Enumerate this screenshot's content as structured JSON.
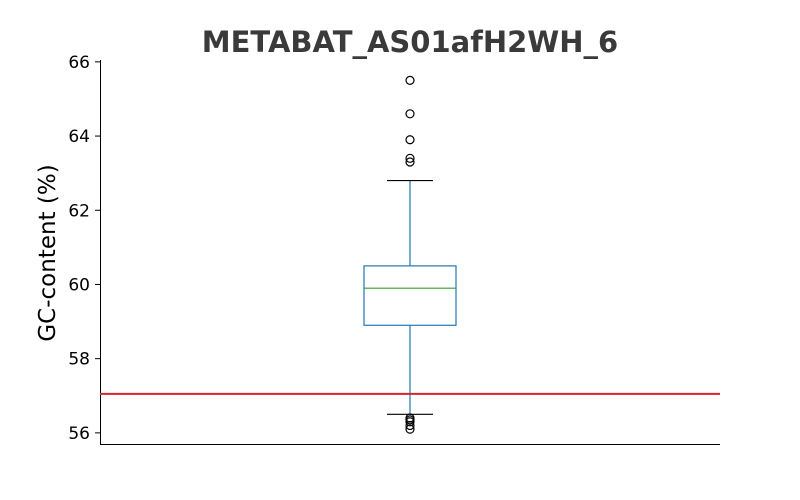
{
  "chart_data": {
    "type": "box",
    "title": "METABAT_AS01afH2WH_6",
    "xlabel": "",
    "ylabel": "GC-content (%)",
    "ylim": [
      55.7,
      66.05
    ],
    "yticks": [
      56,
      58,
      60,
      62,
      64,
      66
    ],
    "grid": false,
    "box": {
      "median": 59.9,
      "q1": 58.9,
      "q3": 60.5,
      "whisker_low": 56.5,
      "whisker_high": 62.8,
      "outliers": [
        65.5,
        64.6,
        63.9,
        63.4,
        63.3,
        56.4,
        56.35,
        56.3,
        56.2,
        56.1
      ]
    },
    "reference_line": {
      "value": 57.05,
      "color": "#d62728"
    },
    "colors": {
      "box": "#1f77b4",
      "median": "#2ca02c",
      "whisker_cap": "#000000",
      "outlier": "#000000"
    }
  }
}
